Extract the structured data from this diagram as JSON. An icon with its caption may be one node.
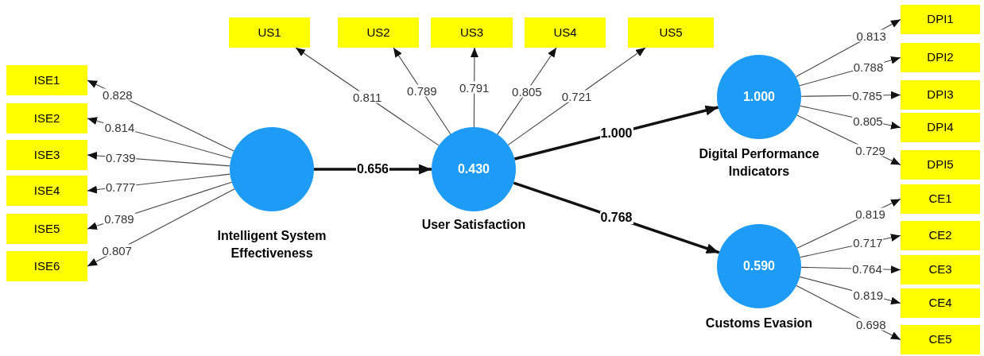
{
  "diagram": {
    "nodes": [
      {
        "text": [
          "US1"
        ]
      },
      {
        "text": [
          "US2"
        ]
      },
      {
        "text": [
          "US3"
        ]
      },
      {
        "text": [
          "US4"
        ]
      },
      {
        "text": [
          "US5"
        ]
      },
      {
        "text": [
          "DPI1"
        ]
      },
      {
        "text": [
          "DPI2"
        ]
      },
      {
        "text": [
          "DPI3"
        ]
      },
      {
        "text": [
          "DPI4"
        ]
      },
      {
        "text": [
          "DPI5"
        ]
      },
      {
        "text": [
          "ISE1"
        ]
      },
      {
        "text": [
          "ISE2"
        ]
      },
      {
        "text": [
          "ISE3"
        ]
      },
      {
        "text": [
          "ISE4"
        ]
      },
      {
        "text": [
          "ISE5"
        ]
      },
      {
        "text": [
          "ISE6"
        ]
      },
      {
        "text": [
          "Intelligent System Effectiveness"
        ]
      },
      {
        "text": [
          "0.430",
          "User Satisfaction"
        ]
      },
      {
        "text": [
          "1.000",
          "Digital Performance Indicators"
        ]
      },
      {
        "text": [
          "CE1"
        ]
      },
      {
        "text": [
          "CE2"
        ]
      },
      {
        "text": [
          "CE3"
        ]
      },
      {
        "text": [
          "CE4"
        ]
      },
      {
        "text": [
          "CE5"
        ]
      },
      {
        "text": [
          "0.590",
          "Customs Evasion"
        ]
      }
    ],
    "edges": [
      {
        "from": 16,
        "to": 10,
        "arrow": "to",
        "label": "0.828"
      },
      {
        "from": 16,
        "to": 11,
        "arrow": "to",
        "label": "0.814"
      },
      {
        "from": 16,
        "to": 12,
        "arrow": "to",
        "label": "0.739"
      },
      {
        "from": 16,
        "to": 13,
        "arrow": "to",
        "label": "0.777"
      },
      {
        "from": 16,
        "to": 14,
        "arrow": "to",
        "label": "0.789"
      },
      {
        "from": 16,
        "to": 15,
        "arrow": "to",
        "label": "0.807"
      },
      {
        "from": 17,
        "to": 0,
        "arrow": "to",
        "label": "0.811"
      },
      {
        "from": 17,
        "to": 1,
        "arrow": "to",
        "label": "0.789"
      },
      {
        "from": 17,
        "to": 2,
        "arrow": "to",
        "label": "0.791"
      },
      {
        "from": 17,
        "to": 3,
        "arrow": "to",
        "label": "0.805"
      },
      {
        "from": 17,
        "to": 4,
        "arrow": "to",
        "label": "0.721"
      },
      {
        "from": 18,
        "to": 5,
        "arrow": "to",
        "label": "0.813"
      },
      {
        "from": 18,
        "to": 6,
        "arrow": "to",
        "label": "0.788"
      },
      {
        "from": 18,
        "to": 7,
        "arrow": "to",
        "label": "0.785"
      },
      {
        "from": 18,
        "to": 8,
        "arrow": "to",
        "label": "0.805"
      },
      {
        "from": 18,
        "to": 9,
        "arrow": "to",
        "label": "0.729"
      },
      {
        "from": 24,
        "to": 19,
        "arrow": "to",
        "label": "0.819"
      },
      {
        "from": 24,
        "to": 20,
        "arrow": "to",
        "label": "0.717"
      },
      {
        "from": 24,
        "to": 21,
        "arrow": "to",
        "label": "0.764"
      },
      {
        "from": 24,
        "to": 22,
        "arrow": "to",
        "label": "0.819"
      },
      {
        "from": 24,
        "to": 23,
        "arrow": "to",
        "label": "0.698"
      },
      {
        "from": 16,
        "to": 17,
        "arrow": "to",
        "label": "0.656",
        "style": "thick"
      },
      {
        "from": 17,
        "to": 18,
        "arrow": "to",
        "label": "1.000",
        "style": "thick"
      },
      {
        "from": 17,
        "to": 24,
        "arrow": "to",
        "label": "0.768",
        "style": "thick"
      }
    ]
  }
}
